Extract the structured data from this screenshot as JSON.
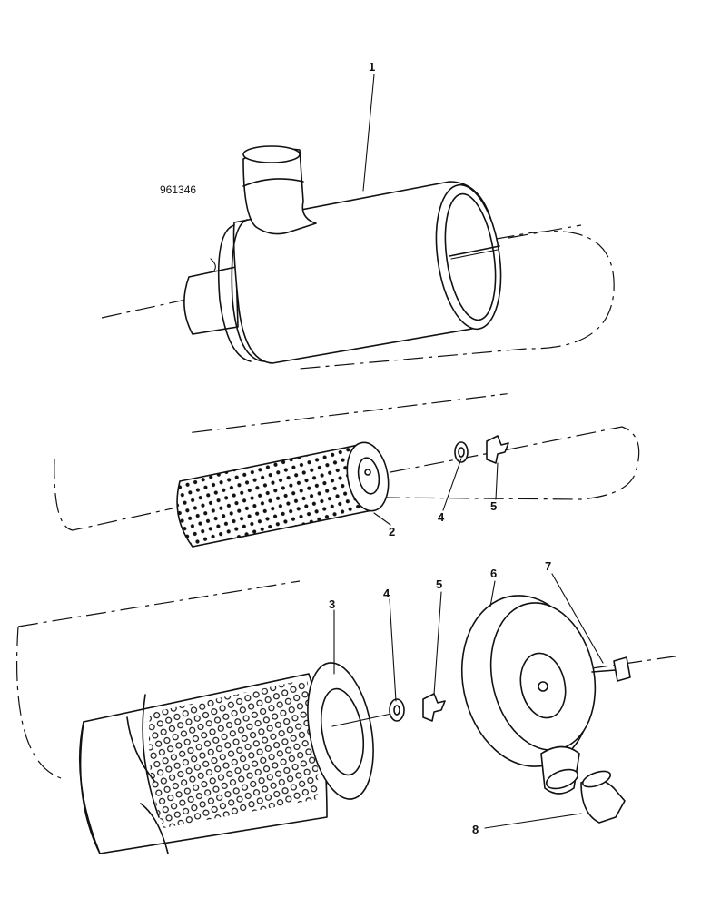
{
  "reference_number": "961346",
  "callouts": {
    "c1": "1",
    "c2": "2",
    "c3": "3",
    "c4a": "4",
    "c4b": "4",
    "c5a": "5",
    "c5b": "5",
    "c6": "6",
    "c7": "7",
    "c8": "8"
  }
}
